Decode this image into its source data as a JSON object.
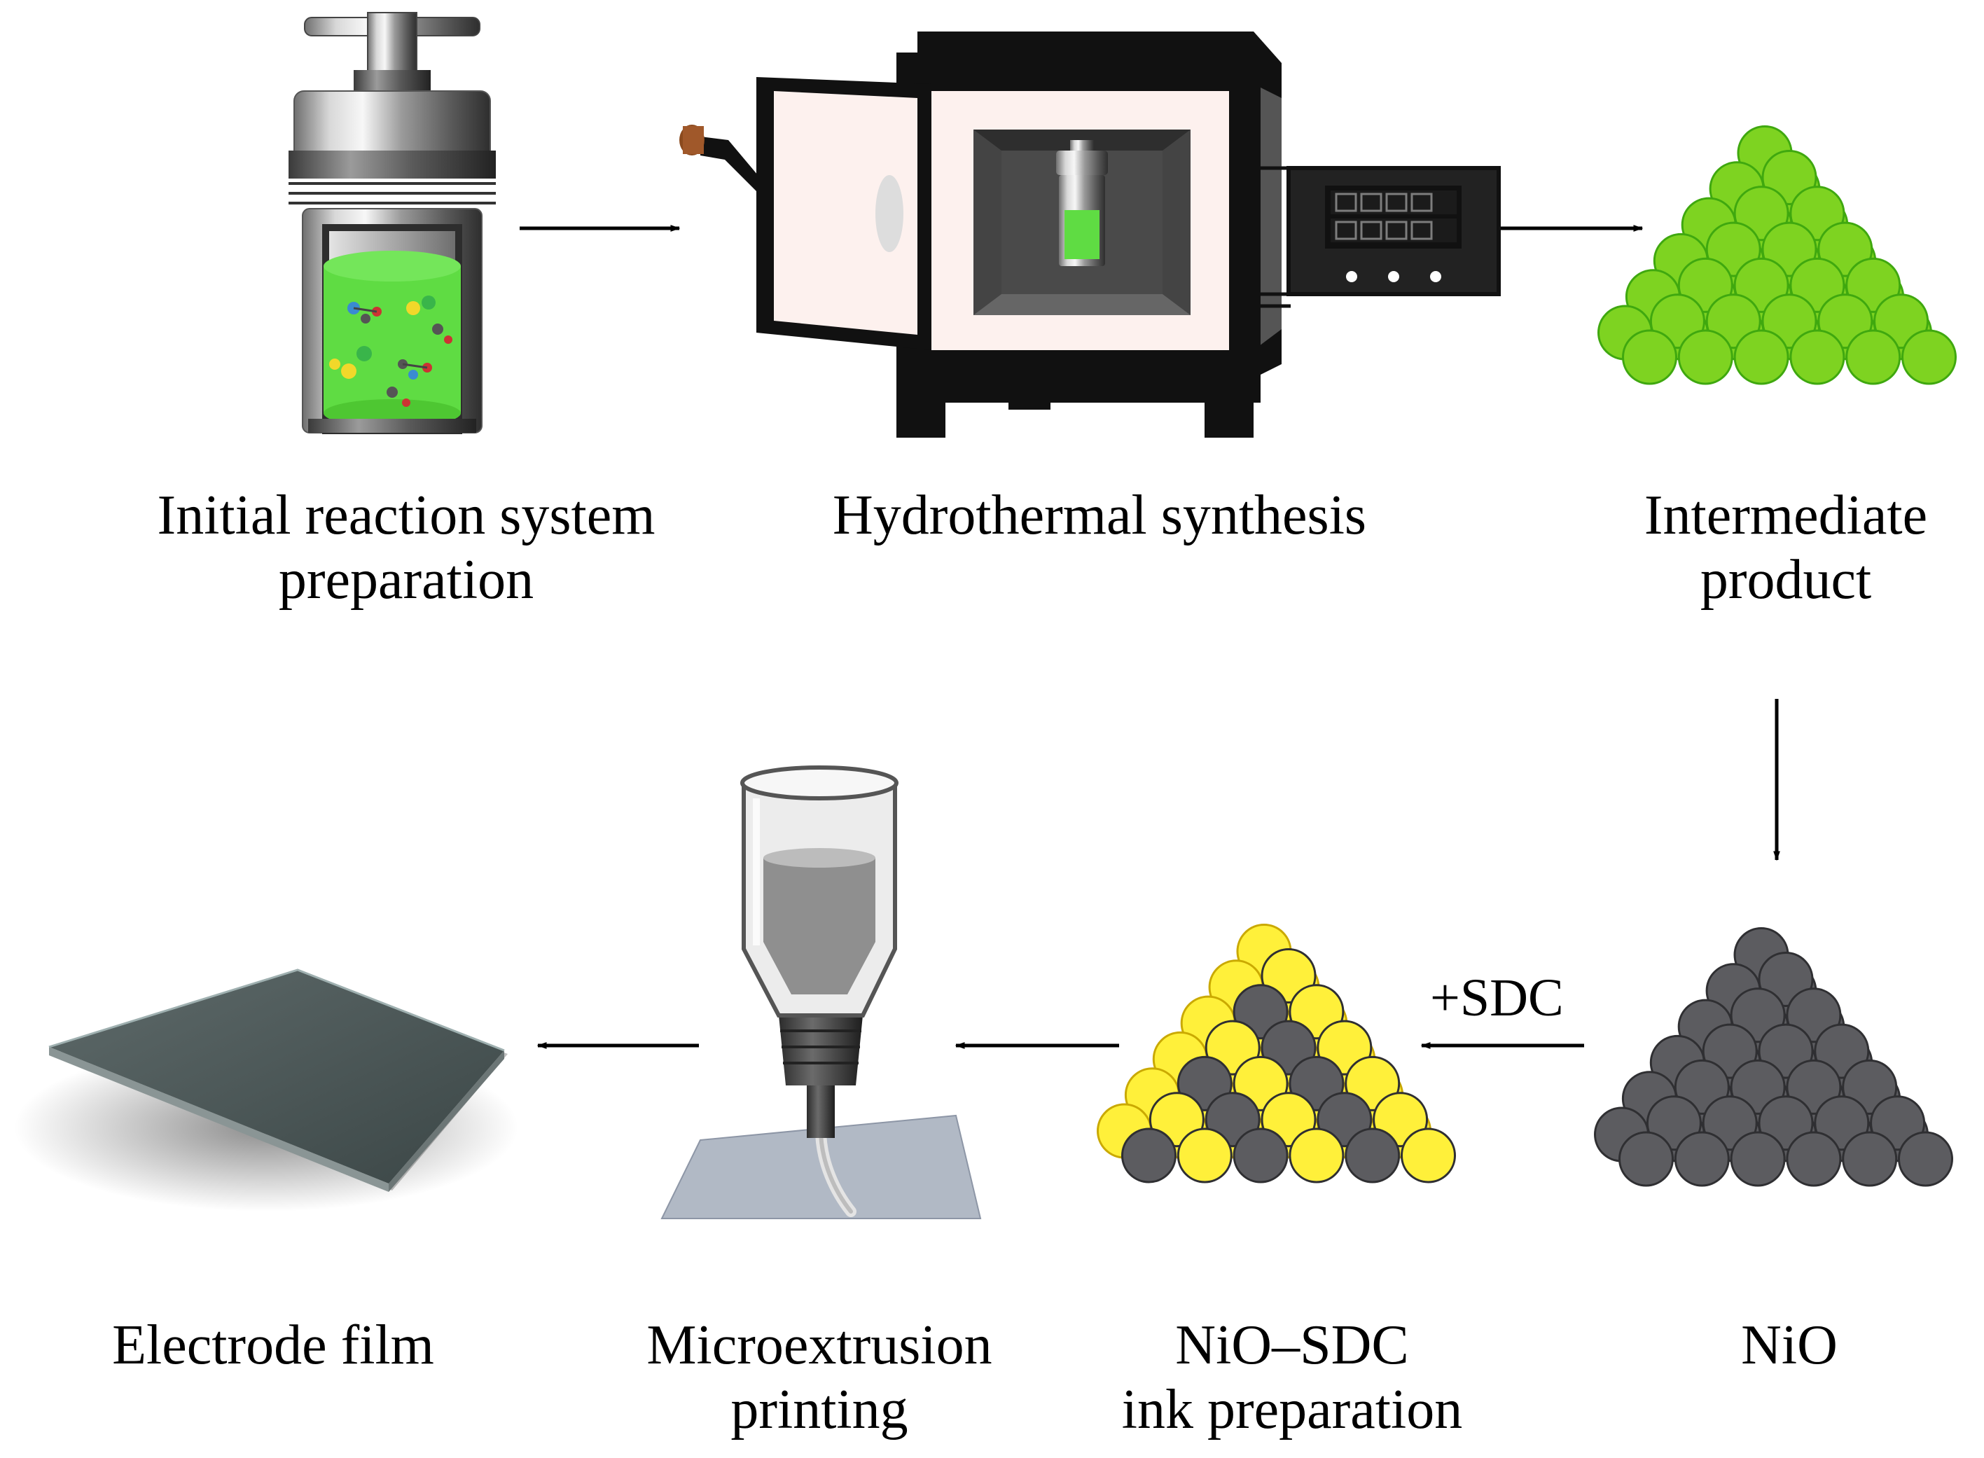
{
  "steps": {
    "initial": {
      "line1": "Initial reaction system",
      "line2": "preparation"
    },
    "hydrothermal": {
      "line1": "Hydrothermal synthesis"
    },
    "intermediate": {
      "line1": "Intermediate",
      "line2": "product"
    },
    "nio": {
      "line1": "NiO"
    },
    "ink": {
      "line1": "NiO–SDC",
      "line2": "ink preparation"
    },
    "printing": {
      "line1": "Microextrusion",
      "line2": "printing"
    },
    "film": {
      "line1": "Electrode film"
    }
  },
  "sdc_label": "+SDC",
  "colors": {
    "green": "#7ed321",
    "green_stroke": "#3fa80f",
    "green_liquid": "#5fdc43",
    "nio_gray": "#5c5c60",
    "sdc_yellow": "#fff03a",
    "furnace_black": "#111111",
    "furnace_inner": "#fdf1ee"
  }
}
